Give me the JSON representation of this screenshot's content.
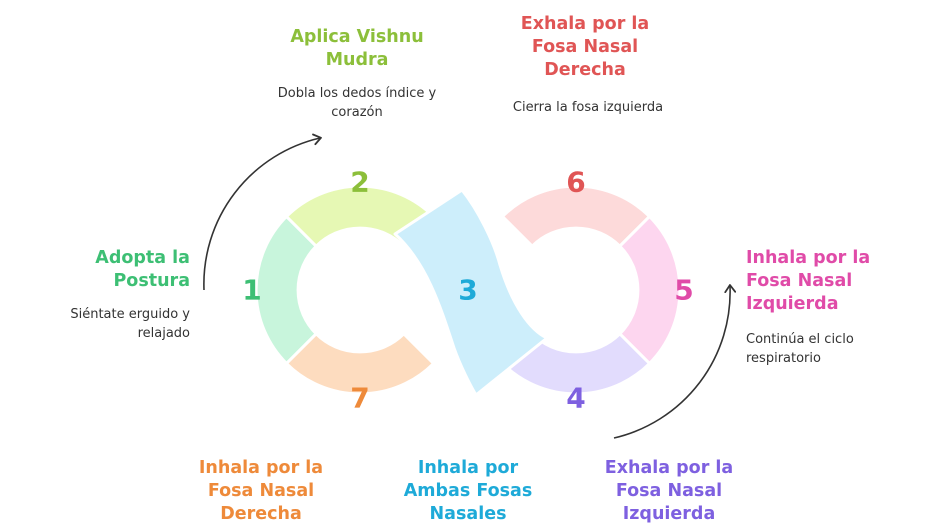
{
  "steps": [
    {
      "number": "1",
      "title": "Adopta la\nPostura",
      "description": "Siéntate erguido y\nrelajado",
      "fill": "#c8f5dc",
      "color": "#3dbf74"
    },
    {
      "number": "2",
      "title": "Aplica Vishnu\nMudra",
      "description": "Dobla los dedos índice y\ncorazón",
      "fill": "#e6f8b4",
      "color": "#8cbf3a"
    },
    {
      "number": "3",
      "title": "Inhala por\nAmbas Fosas\nNasales",
      "description": "",
      "fill": "#cdeefb",
      "color": "#1eaad8"
    },
    {
      "number": "4",
      "title": "Exhala por la\nFosa Nasal\nIzquierda",
      "description": "",
      "fill": "#e2dcfd",
      "color": "#7e60e0"
    },
    {
      "number": "5",
      "title": "Inhala por la\nFosa Nasal\nIzquierda",
      "description": "Continúa el ciclo\nrespiratorio",
      "fill": "#fdd6ef",
      "color": "#e04ba8"
    },
    {
      "number": "6",
      "title": "Exhala por la\nFosa Nasal\nDerecha",
      "description": "Cierra la fosa izquierda",
      "fill": "#fddada",
      "color": "#e05555"
    },
    {
      "number": "7",
      "title": "Inhala por la\nFosa Nasal\nDerecha",
      "description": "",
      "fill": "#fddcbf",
      "color": "#ee8a3a"
    }
  ],
  "arrow_color": "#333333"
}
